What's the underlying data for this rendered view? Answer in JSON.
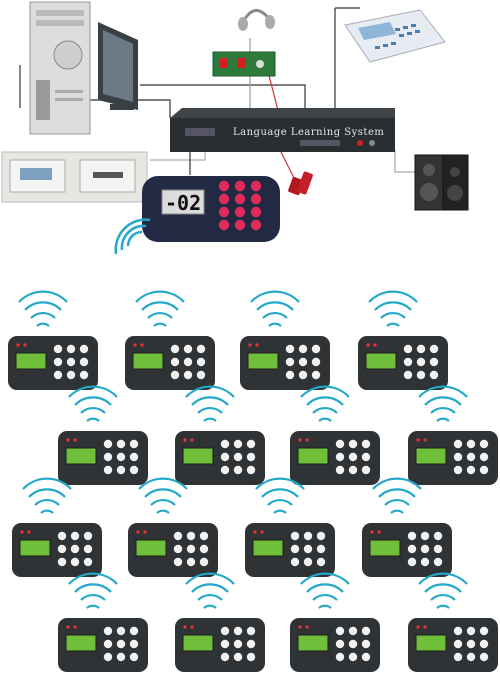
{
  "hub": {
    "title": "Language Learning System"
  },
  "master_remote": {
    "display": "-02"
  },
  "student_terminals": {
    "rows": 4,
    "per_row": 4
  },
  "colors": {
    "terminal_body": "#2f3336",
    "terminal_screen": "#6fbf3a",
    "wireless_wave": "#22a8c8",
    "hub_body": "#2a2e31",
    "master_body": "#222a44",
    "master_key": "#e02c5a",
    "wire": "#333333"
  }
}
